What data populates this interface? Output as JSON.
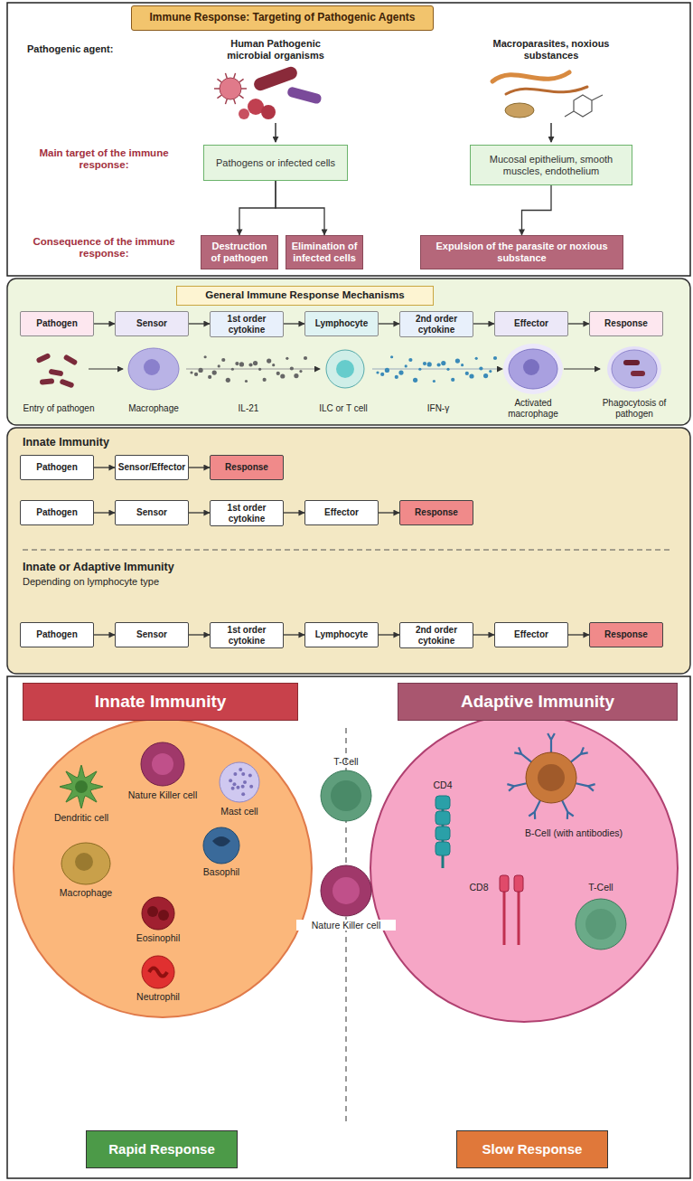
{
  "diagram": {
    "nodes": [
      {
        "text": [
          "Immune Response: Targeting of Pathogenic Agents"
        ]
      },
      {
        "text": [
          "Pathogens or infected cells"
        ]
      },
      {
        "text": [
          "Mucosal epithelium, smooth muscles, endothelium"
        ]
      },
      {
        "text": [
          "Destruction of pathogen"
        ]
      },
      {
        "text": [
          "Elimination of infected cells"
        ]
      },
      {
        "text": [
          "Expulsion of the parasite or noxious substance"
        ]
      },
      {
        "text": [
          "General Immune Response Mechanisms"
        ]
      },
      {
        "text": [
          "Pathogen"
        ]
      },
      {
        "text": [
          "Sensor"
        ]
      },
      {
        "text": [
          "1st order cytokine"
        ]
      },
      {
        "text": [
          "Lymphocyte"
        ]
      },
      {
        "text": [
          "2nd order cytokine"
        ]
      },
      {
        "text": [
          "Effector"
        ]
      },
      {
        "text": [
          "Response"
        ]
      },
      {
        "text": [
          "Pathogen"
        ]
      },
      {
        "text": [
          "Sensor/Effector"
        ]
      },
      {
        "text": [
          "Response"
        ]
      },
      {
        "text": [
          "Pathogen"
        ]
      },
      {
        "text": [
          "Sensor"
        ]
      },
      {
        "text": [
          "1st order cytokine"
        ]
      },
      {
        "text": [
          "Effector"
        ]
      },
      {
        "text": [
          "Response"
        ]
      },
      {
        "text": [
          "Pathogen"
        ]
      },
      {
        "text": [
          "Sensor"
        ]
      },
      {
        "text": [
          "1st order cytokine"
        ]
      },
      {
        "text": [
          "Lymphocyte"
        ]
      },
      {
        "text": [
          "2nd order cytokine"
        ]
      },
      {
        "text": [
          "Effector"
        ]
      },
      {
        "text": [
          "Response"
        ]
      },
      {
        "text": [
          "Innate Immunity"
        ]
      },
      {
        "text": [
          "Adaptive Immunity"
        ]
      },
      {
        "text": [
          "Rapid Response"
        ]
      },
      {
        "text": [
          "Slow Response"
        ]
      }
    ],
    "edges": [
      {
        "from": 1,
        "to": 3,
        "arrow": "to"
      },
      {
        "from": 1,
        "to": 4,
        "arrow": "to"
      },
      {
        "from": 2,
        "to": 5,
        "arrow": "to"
      },
      {
        "from": 7,
        "to": 8,
        "arrow": "to"
      },
      {
        "from": 8,
        "to": 9,
        "arrow": "to"
      },
      {
        "from": 9,
        "to": 10,
        "arrow": "to"
      },
      {
        "from": 10,
        "to": 11,
        "arrow": "to"
      },
      {
        "from": 11,
        "to": 12,
        "arrow": "to"
      },
      {
        "from": 12,
        "to": 13,
        "arrow": "to"
      },
      {
        "from": 14,
        "to": 15,
        "arrow": "to"
      },
      {
        "from": 15,
        "to": 16,
        "arrow": "to"
      },
      {
        "from": 17,
        "to": 18,
        "arrow": "to"
      },
      {
        "from": 18,
        "to": 19,
        "arrow": "to"
      },
      {
        "from": 19,
        "to": 20,
        "arrow": "to"
      },
      {
        "from": 20,
        "to": 21,
        "arrow": "to"
      },
      {
        "from": 22,
        "to": 23,
        "arrow": "to"
      },
      {
        "from": 23,
        "to": 24,
        "arrow": "to"
      },
      {
        "from": 24,
        "to": 25,
        "arrow": "to"
      },
      {
        "from": 25,
        "to": 26,
        "arrow": "to"
      },
      {
        "from": 26,
        "to": 27,
        "arrow": "to"
      },
      {
        "from": 27,
        "to": 28,
        "arrow": "to"
      }
    ],
    "labels": [
      "Pathogenic agent:",
      "Human Pathogenic microbial organisms",
      "Macroparasites, noxious substances",
      "Main target of the immune response:",
      "Consequence of the immune response:",
      "Entry of pathogen",
      "Macrophage",
      "IL-21",
      "ILC or T cell",
      "IFN-γ",
      "Activated macrophage",
      "Phagocytosis of pathogen",
      "Innate Immunity",
      "Innate or Adaptive Immunity",
      "Depending on lymphocyte type",
      "Dendritic cell",
      "Nature Killer cell",
      "Mast cell",
      "Basophil",
      "Macrophage",
      "Eosinophil",
      "Neutrophil",
      "T-Cell",
      "Nature Killer cell",
      "CD4",
      "B-Cell (with antibodies)",
      "CD8",
      "T-Cell"
    ]
  }
}
